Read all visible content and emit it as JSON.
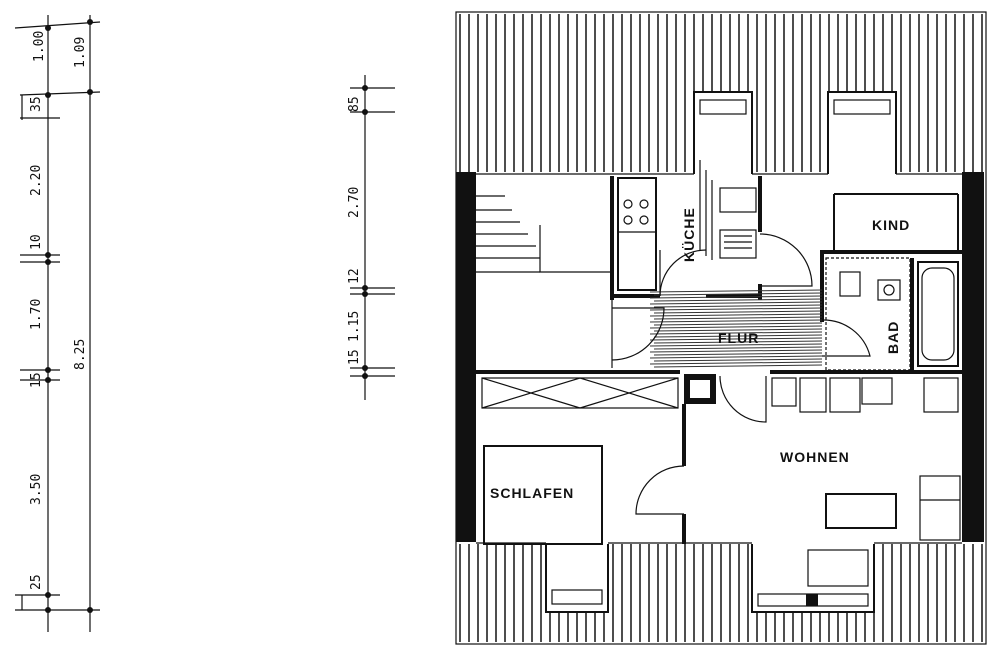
{
  "plan": {
    "rooms": {
      "kind": "KIND",
      "kueche": "KÜCHE",
      "flur": "FLUR",
      "bad": "BAD",
      "wohnen": "WOHNEN",
      "schlafen": "SCHLAFEN"
    },
    "dims_left_outer": {
      "d1": "1.00",
      "d2": "35",
      "d3": "2.20",
      "d4": "10",
      "d5": "1.70",
      "d6": "15",
      "d7": "3.50",
      "d8": "25"
    },
    "dims_left_inner": {
      "d1": "1.09",
      "d2": "8.25"
    },
    "dims_mid": {
      "d1": "85",
      "d2": "2.70",
      "d3": "12",
      "d4": "1.15",
      "d5": "15"
    }
  }
}
